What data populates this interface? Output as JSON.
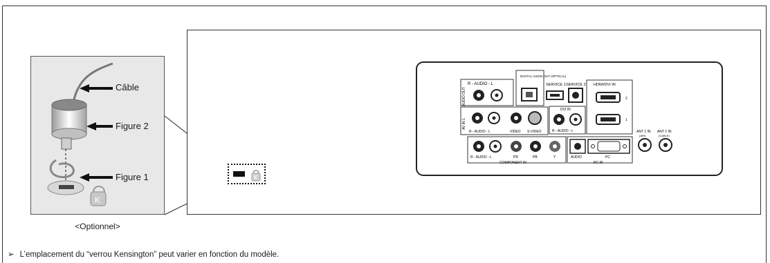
{
  "callouts": {
    "cable": "Câble",
    "figure2": "Figure 2",
    "figure1": "Figure 1"
  },
  "optional_caption": "<Optionnel>",
  "footnote": {
    "arrow": "➢",
    "text": "L’emplacement du “verrou Kensington” peut varier en fonction du modèle."
  },
  "panel_labels": {
    "audio_out": "AUDIO OUT",
    "audio_lr_1": "R - AUDIO - L",
    "av_in_1": "AV IN 1",
    "audio_lr_2": "R - AUDIO - L",
    "video": "VIDEO",
    "s_video": "S-VIDEO",
    "digital_audio_out": "DIGITAL AUDIO OUT (OPTICAL)",
    "service_1": "SERVICE 1",
    "service_2": "SERVICE 2",
    "hdmi_dvi_in": "HDMI/DVI IN",
    "hdmi_2": "2",
    "hdmi_1": "1",
    "dvi_in": "DVI IN",
    "dvi_audio": "R - AUDIO - L",
    "component_audio": "R - AUDIO - L",
    "pr": "PR",
    "pb": "PB",
    "y": "Y",
    "component_in": "COMPONENT IN",
    "pc_audio": "AUDIO",
    "pc": "PC",
    "pc_in": "PC IN",
    "ant1_in": "ANT 1 IN",
    "ant1_sub": "(AIR)",
    "ant2_in": "ANT 2 IN",
    "ant2_sub": "(CABLE)"
  }
}
